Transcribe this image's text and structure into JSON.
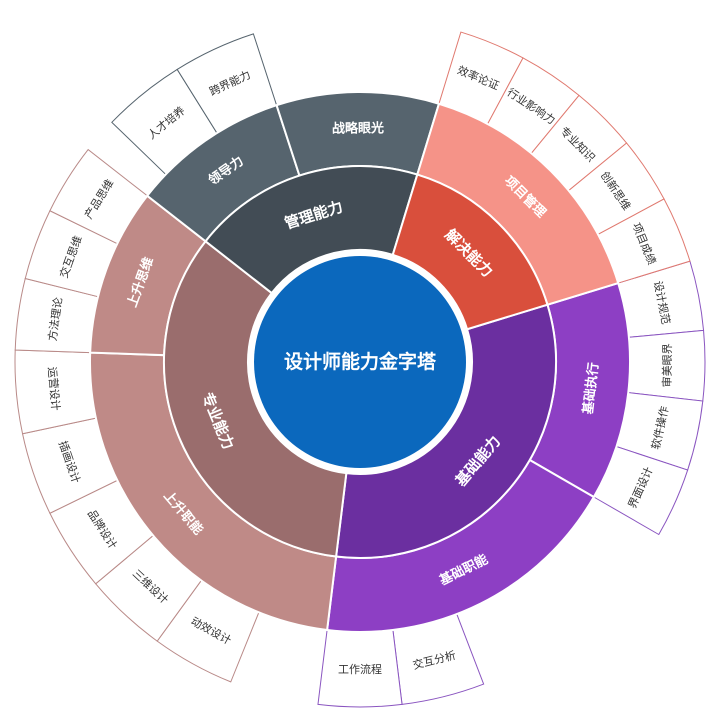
{
  "title": "设计师能力金字塔",
  "colors": {
    "center": "#0b68bd",
    "background": "#ffffff"
  },
  "groups": [
    {
      "name": "基础能力",
      "inner_color": "#6b2fa0",
      "middle_color": "#8d3fc4",
      "outer_border": "#8a55c0",
      "subgroups": [
        {
          "name": "基础执行",
          "skills": [
            "设计规范",
            "审美眼界",
            "软件操作",
            "界面设计"
          ]
        },
        {
          "name": "基础职能",
          "skills": [
            "交互分析",
            "工作流程"
          ]
        }
      ]
    },
    {
      "name": "专业能力",
      "inner_color": "#9a6d6d",
      "middle_color": "#bf8a87",
      "outer_border": "#b98a88",
      "subgroups": [
        {
          "name": "上升职能",
          "skills": [
            "动效设计",
            "三维设计",
            "品牌设计",
            "插画设计",
            "运营设计"
          ]
        },
        {
          "name": "上升思维",
          "skills": [
            "方法理论",
            "交互思维",
            "产品思维"
          ]
        }
      ]
    },
    {
      "name": "管理能力",
      "inner_color": "#424c55",
      "middle_color": "#56646e",
      "outer_border": "#56646e",
      "subgroups": [
        {
          "name": "领导力",
          "skills": [
            "人才培养",
            "跨界能力"
          ]
        },
        {
          "name": "战略眼光",
          "skills": []
        }
      ]
    },
    {
      "name": "解决能力",
      "inner_color": "#d94f3c",
      "middle_color": "#f59388",
      "outer_border": "#e07a70",
      "subgroups": [
        {
          "name": "项目管理",
          "skills": [
            "效率论证",
            "行业影响力",
            "专业知识",
            "创新思维",
            "项目成绩"
          ]
        }
      ]
    }
  ]
}
